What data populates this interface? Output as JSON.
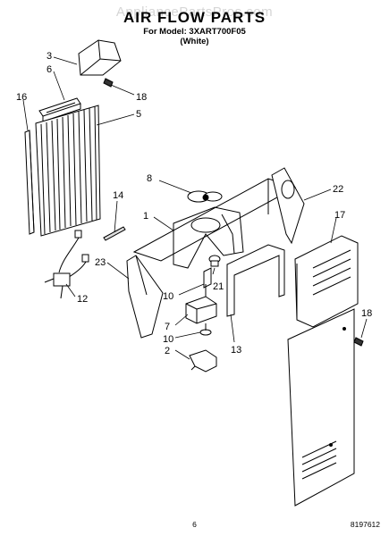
{
  "watermark": "AppliancePartsPros.com",
  "header": {
    "title": "AIR FLOW PARTS",
    "model_line": "For Model: 3XART700F05",
    "color_line": "(White)"
  },
  "callouts": [
    "3",
    "6",
    "18",
    "16",
    "5",
    "14",
    "8",
    "1",
    "22",
    "17",
    "23",
    "12",
    "10",
    "21",
    "13",
    "7",
    "10",
    "2",
    "18"
  ],
  "footer": {
    "page_number": "6",
    "document_number": "8197612"
  }
}
